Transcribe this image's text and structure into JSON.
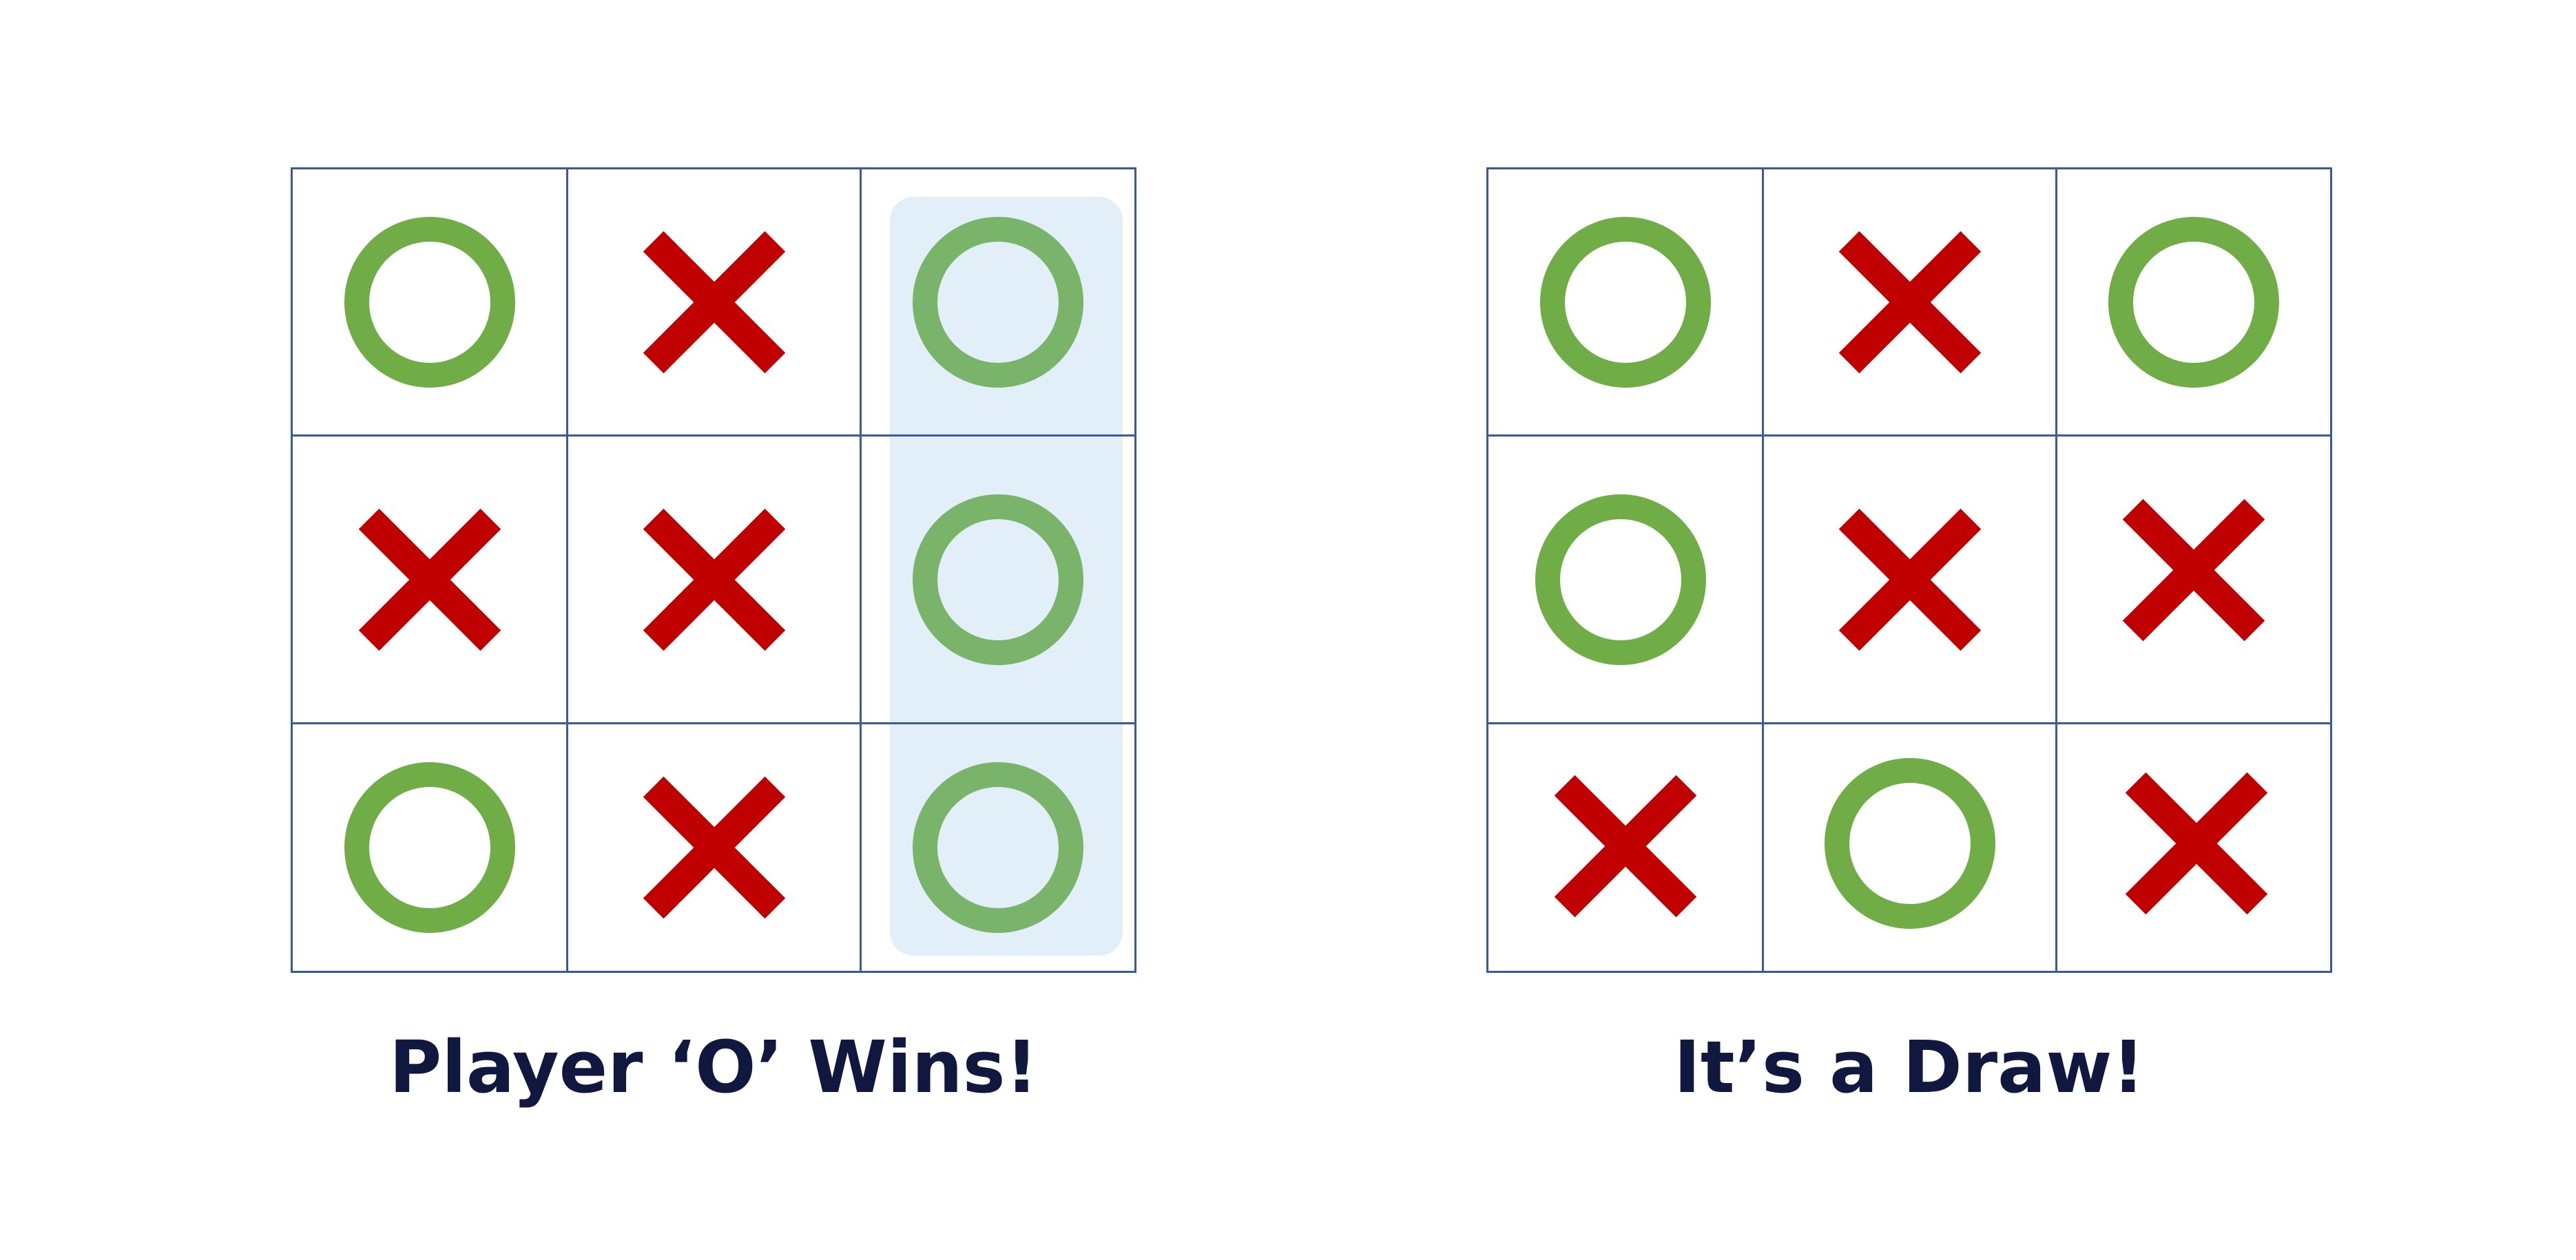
{
  "colors": {
    "o_mark": "#70ad47",
    "x_mark": "#c00000",
    "grid_line": "#3b5a96",
    "winning_highlight": "#cfe3f3",
    "caption_text": "#101840"
  },
  "games": [
    {
      "result": "Player ‘O’ Wins!",
      "board": [
        [
          "O",
          "X",
          "O"
        ],
        [
          "X",
          "X",
          "O"
        ],
        [
          "O",
          "X",
          "O"
        ]
      ],
      "winning_line": "right column"
    },
    {
      "result": "It’s a Draw!",
      "board": [
        [
          "O",
          "X",
          "O"
        ],
        [
          "O",
          "X",
          "X"
        ],
        [
          "X",
          "O",
          "X"
        ]
      ]
    }
  ]
}
